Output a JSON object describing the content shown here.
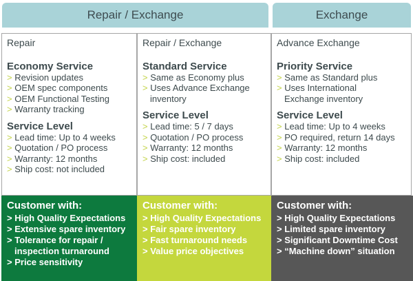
{
  "tabs": [
    "Repair / Exchange",
    "Exchange"
  ],
  "columns": [
    {
      "title": "Repair",
      "service": {
        "heading": "Economy Service",
        "items": [
          [
            "Revision updates"
          ],
          [
            "OEM spec components"
          ],
          [
            "OEM Functional Testing"
          ],
          [
            "Warranty tracking"
          ]
        ]
      },
      "level": {
        "heading": "Service Level",
        "items": [
          [
            "Lead time: Up to 4 weeks"
          ],
          [
            "Quotation / PO process"
          ],
          [
            "Warranty: 12 months"
          ],
          [
            "Ship cost: not included"
          ]
        ]
      },
      "customer": {
        "heading": "Customer with:",
        "items": [
          [
            "High Quality Expectations"
          ],
          [
            "Extensive spare inventory"
          ],
          [
            "Tolerance for repair /",
            "inspection turnaround"
          ],
          [
            "Price sensitivity"
          ]
        ]
      }
    },
    {
      "title": "Repair / Exchange",
      "service": {
        "heading": "Standard Service",
        "items": [
          [
            "Same as Economy plus"
          ],
          [
            "Uses Advance Exchange",
            "inventory"
          ]
        ]
      },
      "level": {
        "heading": "Service Level",
        "items": [
          [
            "Lead time: 5 / 7 days"
          ],
          [
            "Quotation / PO process"
          ],
          [
            "Warranty: 12 months"
          ],
          [
            "Ship cost: included"
          ]
        ]
      },
      "customer": {
        "heading": "Customer with:",
        "items": [
          [
            "High Quality Expectations"
          ],
          [
            "Fair spare inventory"
          ],
          [
            "Fast turnaround needs"
          ],
          [
            "Value price objectives"
          ]
        ]
      }
    },
    {
      "title": "Advance Exchange",
      "service": {
        "heading": "Priority Service",
        "items": [
          [
            "Same as Standard plus"
          ],
          [
            "Uses International",
            "Exchange inventory"
          ]
        ]
      },
      "level": {
        "heading": "Service Level",
        "items": [
          [
            "Lead time: Up to 4 weeks"
          ],
          [
            "PO required, return 14 days"
          ],
          [
            "Warranty: 12 months"
          ],
          [
            "Ship cost: included"
          ]
        ]
      },
      "customer": {
        "heading": "Customer with:",
        "items": [
          [
            "High Quality Expectations"
          ],
          [
            "Limited spare inventory"
          ],
          [
            "Significant Downtime Cost"
          ],
          [
            "“Machine down” situation"
          ]
        ]
      }
    }
  ],
  "bullet": ">",
  "colors": {
    "tab_bg": "#a9d3d8",
    "bullet_green": "#c3d44a",
    "col1_bg": "#0d7a3e",
    "col2_bg": "#c4d73d",
    "col3_bg": "#575757"
  }
}
